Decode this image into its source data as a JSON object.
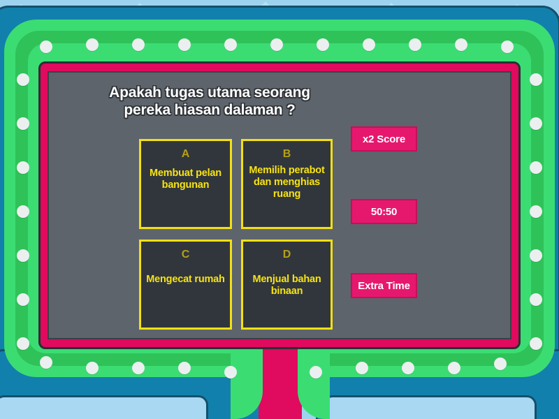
{
  "question": {
    "line1": "Apakah tugas utama seorang",
    "line2": "pereka hiasan dalaman ?"
  },
  "options": [
    {
      "letter": "A",
      "text": "Membuat pelan bangunan"
    },
    {
      "letter": "B",
      "text": "Memilih perabot dan menghias ruang"
    },
    {
      "letter": "C",
      "text": "Mengecat rumah"
    },
    {
      "letter": "D",
      "text": "Menjual bahan binaan"
    }
  ],
  "powerups": [
    {
      "label": "x2 Score"
    },
    {
      "label": "50:50"
    },
    {
      "label": "Extra Time"
    }
  ],
  "colors": {
    "backdrop": "#9ed3f0",
    "blue_panel": "#1280ac",
    "blue_outline": "#14506b",
    "green_light": "#3bdd73",
    "green_dark": "#2fc259",
    "bulb": "#eceff0",
    "pink_frame": "#e00a5e",
    "screen_gray": "#5e646b",
    "option_bg": "#31363c",
    "option_border": "#f2e014",
    "option_text": "#f7e312",
    "option_letter": "#b5a015",
    "powerup_bg": "#e6186e",
    "powerup_text": "#ffffff",
    "question_text": "#ffffff"
  }
}
